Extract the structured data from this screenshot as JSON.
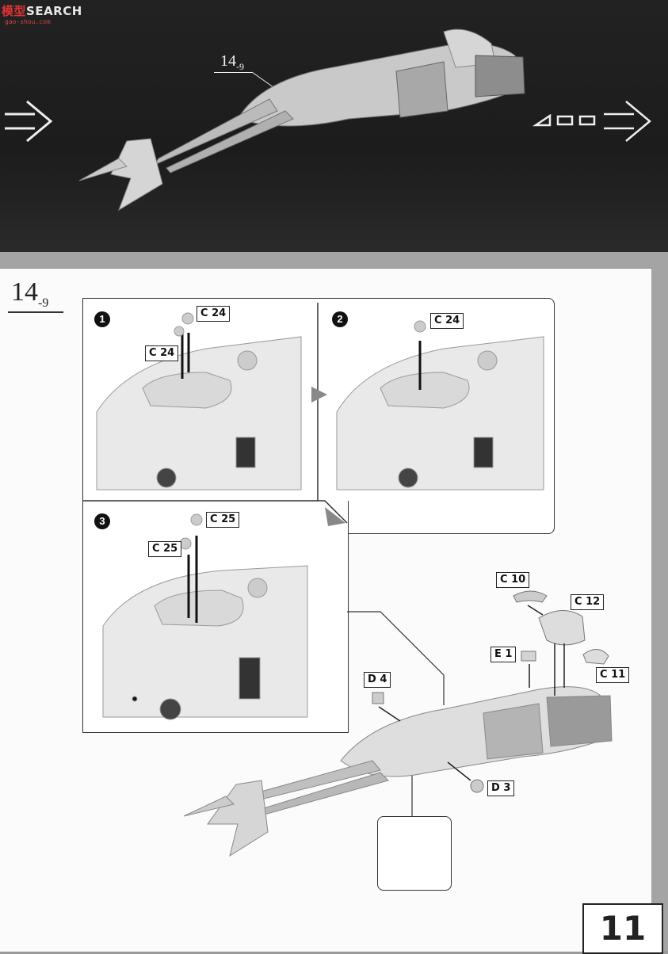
{
  "header": {
    "logo_prefix": "模型",
    "logo_text": "SEARCH",
    "logo_url": "gao-shou.com"
  },
  "hero": {
    "step_main": "14",
    "step_sub": "-9"
  },
  "step": {
    "main": "14",
    "sub": "-9"
  },
  "panels": [
    {
      "number": "1",
      "parts": [
        "C24",
        "C24"
      ]
    },
    {
      "number": "2",
      "parts": [
        "C24"
      ]
    },
    {
      "number": "3",
      "parts": [
        "C25",
        "C25"
      ]
    }
  ],
  "part_labels": {
    "c24": "C",
    "c25": "C",
    "c10": "C",
    "c12": "C",
    "c11": "C",
    "e1": "E",
    "d4": "D",
    "d3": "D"
  },
  "part_numbers": {
    "c24": "24",
    "c25": "25",
    "c10": "10",
    "c12": "12",
    "c11": "11",
    "e1": "1",
    "d4": "4",
    "d3": "3"
  },
  "page_number": "11",
  "colors": {
    "hero_bg": "#1f1f1f",
    "sheet_bg": "#fbfbfb",
    "border": "#333333"
  },
  "icons": [
    "arrow-right-icon",
    "assembly-arrow-icon",
    "triangle-arrow-icon"
  ]
}
